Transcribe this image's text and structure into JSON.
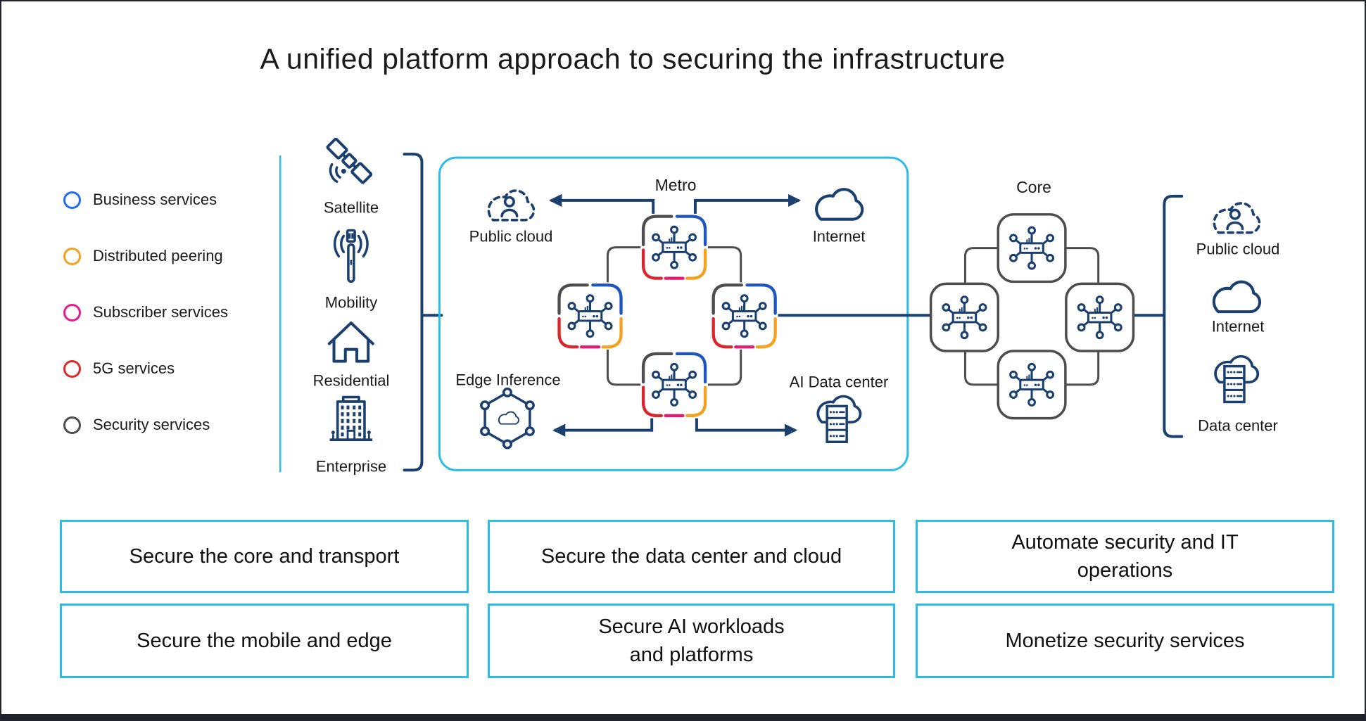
{
  "title": "A unified platform approach to securing the infrastructure",
  "legend": {
    "items": [
      {
        "label": "Business services",
        "color": "#1f6cf9"
      },
      {
        "label": "Distributed peering",
        "color": "#f6a01e"
      },
      {
        "label": "Subscriber services",
        "color": "#ea1a8c"
      },
      {
        "label": "5G services",
        "color": "#dc2a28"
      },
      {
        "label": "Security services",
        "color": "#4d4d4d"
      }
    ]
  },
  "access": {
    "items": [
      {
        "label": "Satellite",
        "icon": "satellite-icon"
      },
      {
        "label": "Mobility",
        "icon": "mobility-icon"
      },
      {
        "label": "Residential",
        "icon": "house-icon"
      },
      {
        "label": "Enterprise",
        "icon": "building-icon"
      }
    ]
  },
  "metro": {
    "label": "Metro",
    "router_count": 4,
    "peripherals": {
      "public_cloud": "Public cloud",
      "internet": "Internet",
      "edge_inference": "Edge Inference",
      "ai_data_center": "AI Data center"
    }
  },
  "core": {
    "label": "Core",
    "router_count": 4
  },
  "right_stack": {
    "items": [
      {
        "label": "Public cloud",
        "icon": "public-cloud-icon"
      },
      {
        "label": "Internet",
        "icon": "internet-cloud-icon"
      },
      {
        "label": "Data center",
        "icon": "data-center-icon"
      }
    ]
  },
  "bottom_boxes": [
    {
      "lines": [
        "Secure the core and transport",
        ""
      ]
    },
    {
      "lines": [
        "Secure the data center and cloud",
        ""
      ]
    },
    {
      "lines": [
        "Automate security and IT",
        "operations"
      ]
    },
    {
      "lines": [
        "Secure the mobile and edge",
        ""
      ]
    },
    {
      "lines": [
        "Secure AI workloads",
        "and platforms"
      ]
    },
    {
      "lines": [
        "Monetize security services",
        ""
      ]
    }
  ],
  "colors": {
    "navy": "#1b4070",
    "cyan": "#2bbde8",
    "connector_gray": "#4d4d4d",
    "node_blue": "#1d56c0",
    "node_orange": "#f6a01e",
    "node_pink": "#e8176f",
    "node_red": "#d8262c",
    "text": "#1a1a1a"
  }
}
